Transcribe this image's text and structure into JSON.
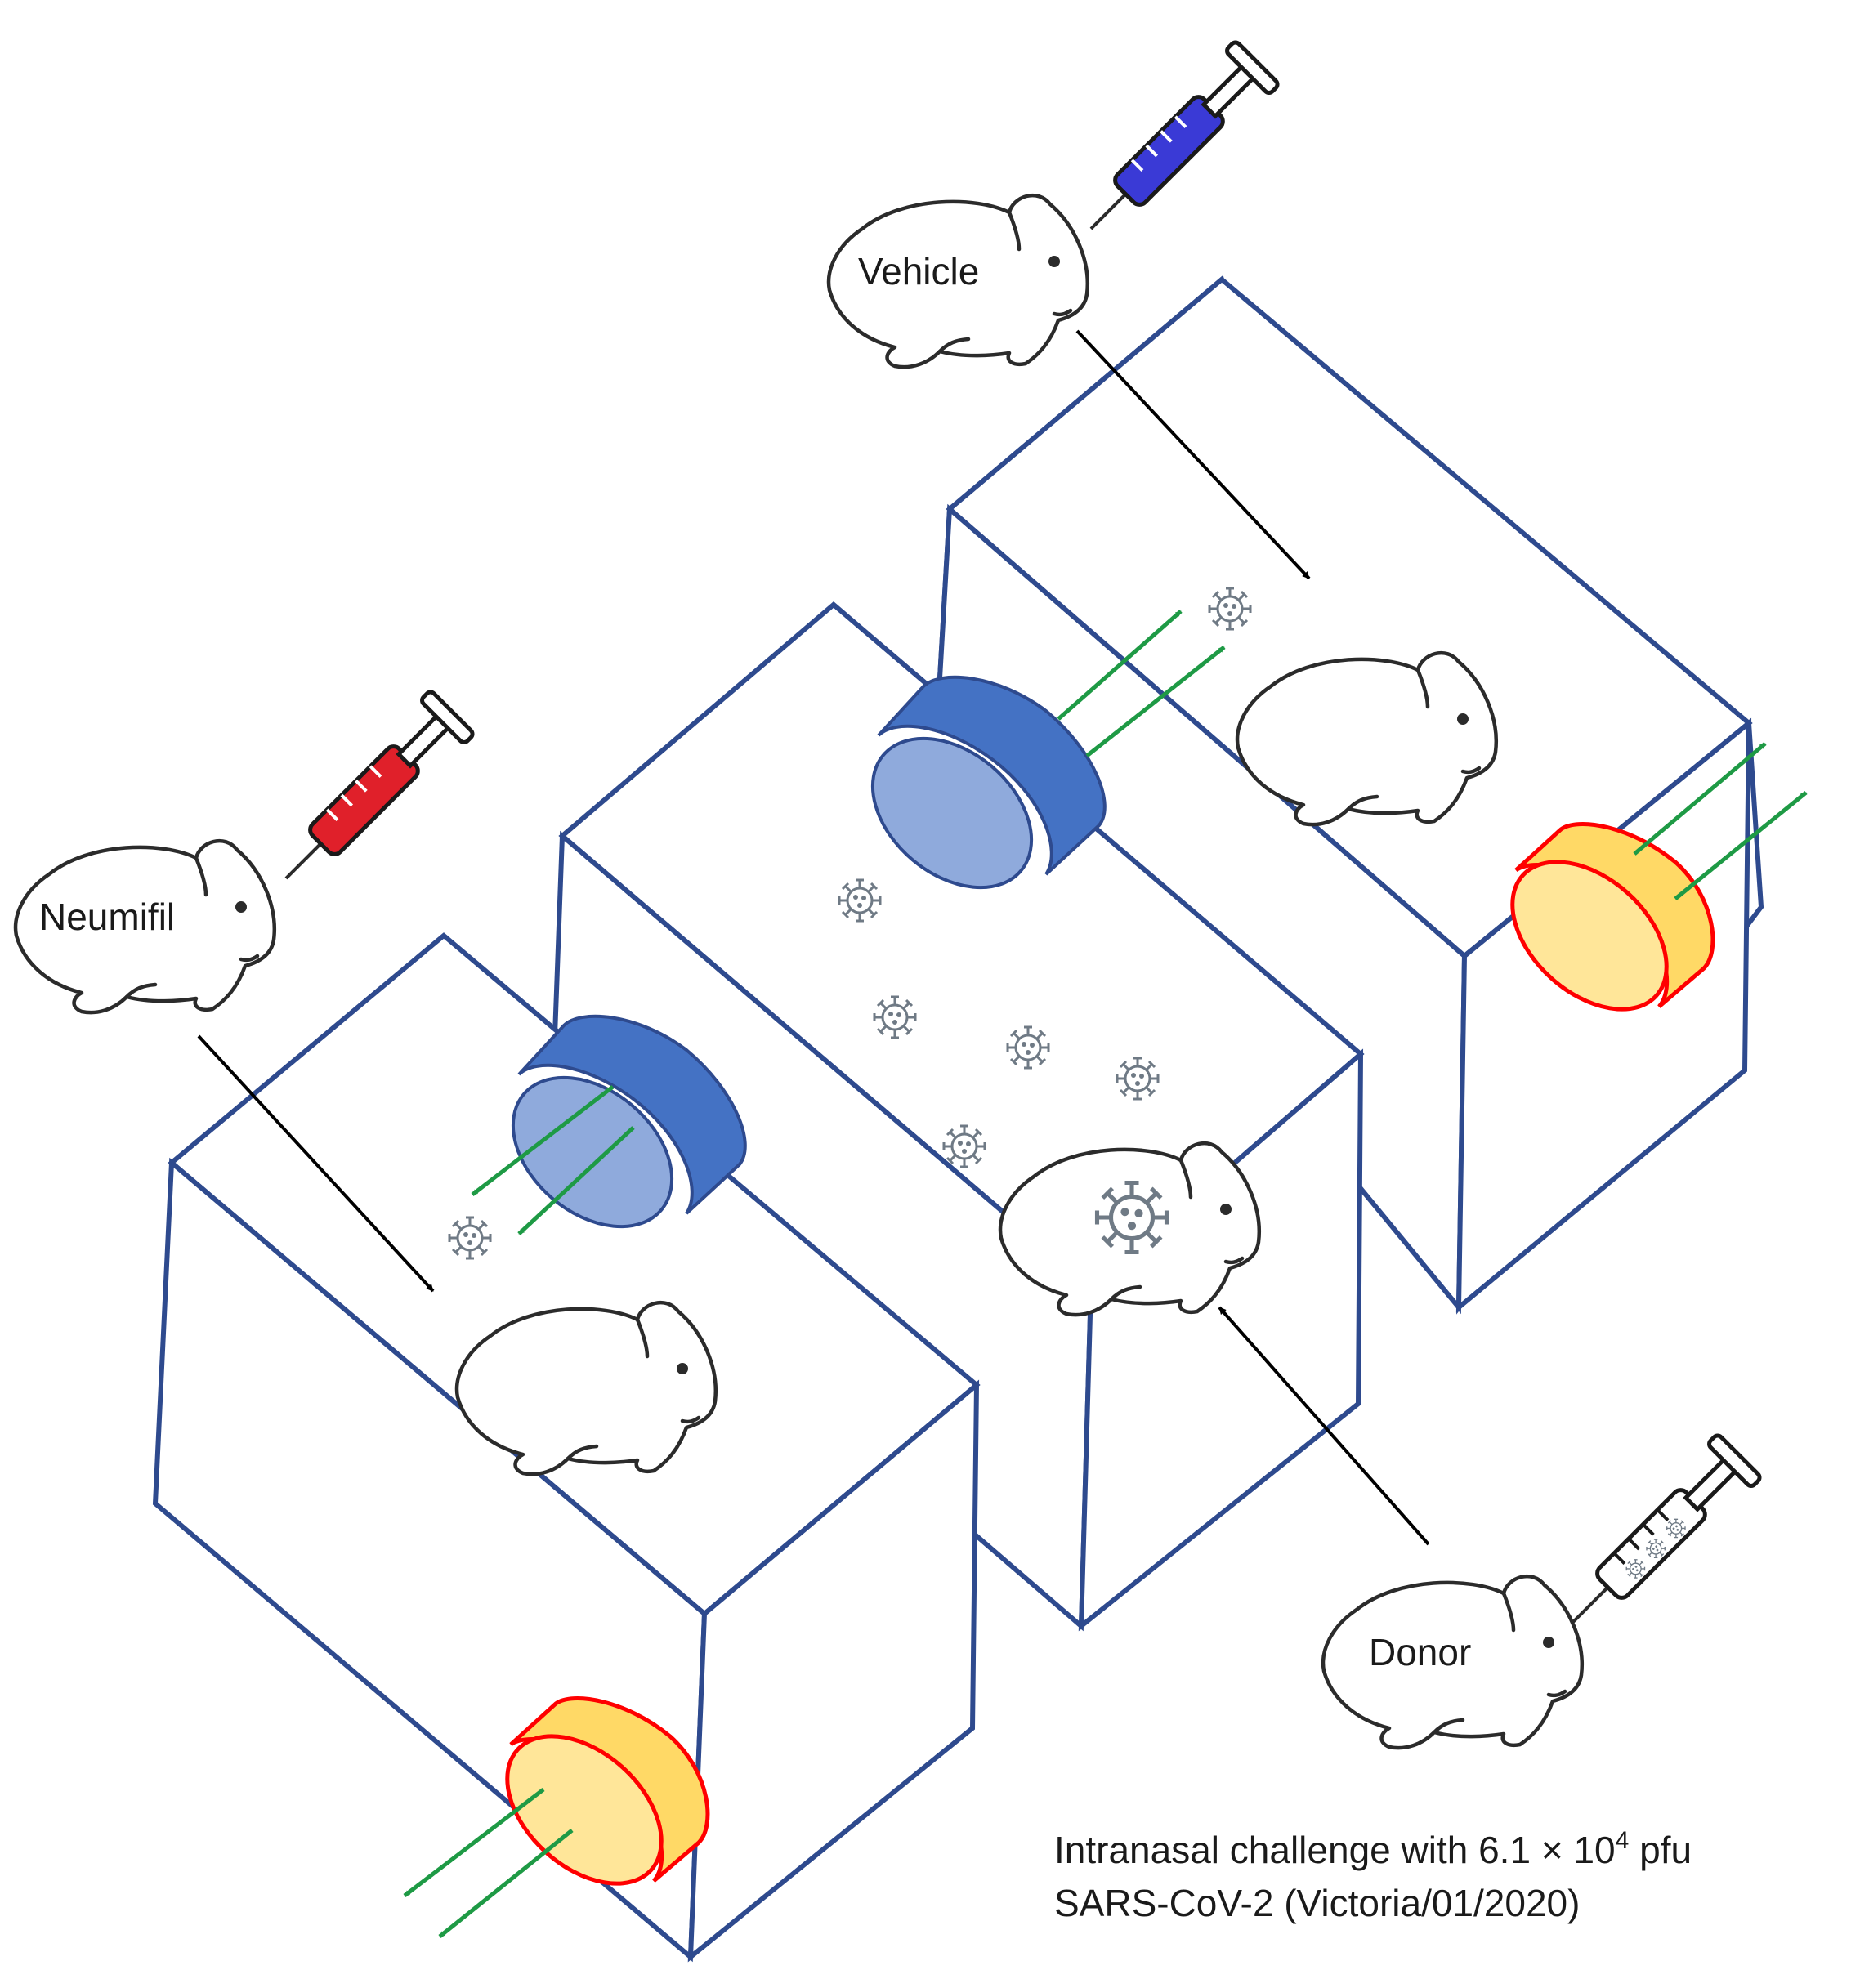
{
  "labels": {
    "vehicle": "Vehicle",
    "neumifil": "Neumifil",
    "donor": "Donor",
    "challenge_line1": "Intranasal challenge with 6.1 × 10",
    "challenge_exp": "4",
    "challenge_unit": " pfu",
    "challenge_line2": "SARS-CoV-2 (Victoria/01/2020)"
  },
  "colors": {
    "box_outline": "#2e4a8e",
    "filter_blue": "#4472c4",
    "filter_blue_face": "#8faadc",
    "filter_red_outline": "#ff0000",
    "filter_yellow": "#ffd966",
    "filter_yellow_face": "#ffe699",
    "airflow_arrow": "#1e9a45",
    "syringe_vehicle_fill": "#3a3ad6",
    "syringe_neumifil_fill": "#e0202a",
    "syringe_donor_fill": "#ffffff",
    "virus": "#6f7a85"
  },
  "icons": [
    "guinea-pig-icon",
    "syringe-icon",
    "virus-icon",
    "filter-disc-icon"
  ]
}
